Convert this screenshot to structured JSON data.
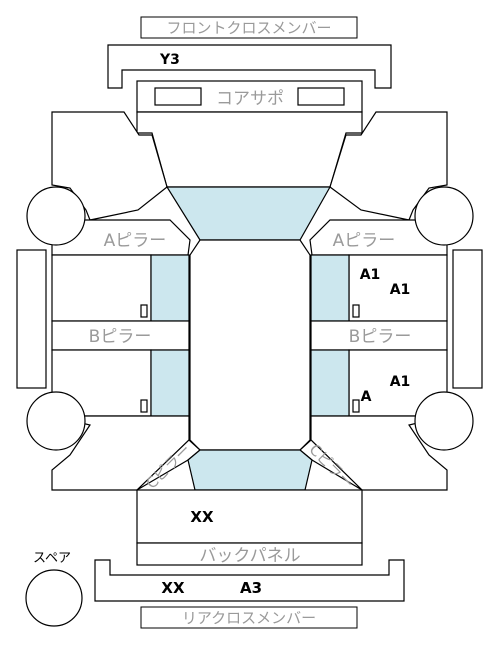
{
  "labels": {
    "front_cross_member": "フロントクロスメンバー",
    "core_support": "コアサポ",
    "a_pillar_left": "Aピラー",
    "a_pillar_right": "Aピラー",
    "b_pillar_left": "Bピラー",
    "b_pillar_right": "Bピラー",
    "c_pillar_left": "Cピラー",
    "c_pillar_right": "Cピラー",
    "back_panel": "バックパネル",
    "rear_cross_member": "リアクロスメンバー",
    "spare": "スペア"
  },
  "marks": {
    "front_cross_member": "Y3",
    "right_front_door_1": "A1",
    "right_front_door_2": "A1",
    "right_rear_door_a": "A",
    "right_rear_door_a1": "A1",
    "trunk": "XX",
    "rear_cross_member_1": "XX",
    "rear_cross_member_2": "A3"
  },
  "colors": {
    "glass": "#cce7ee",
    "outline": "#000000",
    "label_gray": "#9a9a9a"
  }
}
